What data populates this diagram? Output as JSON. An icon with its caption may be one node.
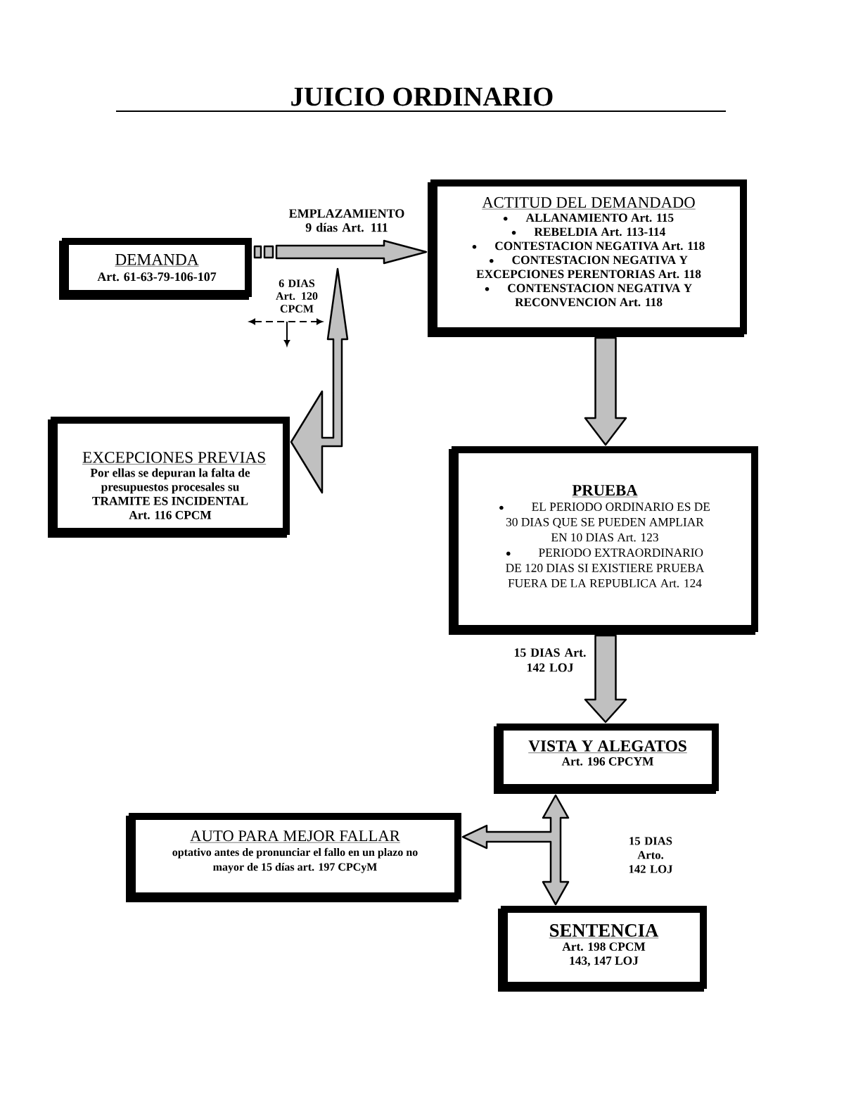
{
  "diagram": {
    "title": "JUICIO ORDINARIO",
    "nodes": [
      {
        "text": [
          "DEMANDA",
          "Art. 61-63-79-106-107"
        ]
      },
      {
        "text": [
          "ACTITUD DEL DEMANDADO",
          "ALLANAMIENTO Art. 115",
          "REBELDIA Art. 113-114",
          "CONTESTACION NEGATIVA Art. 118",
          "CONTESTACION NEGATIVA Y EXCEPCIONES PERENTORIAS Art. 118",
          "CONTENSTACION NEGATIVA Y RECONVENCION Art. 118"
        ]
      },
      {
        "text": [
          "EXCEPCIONES PREVIAS",
          "Por ellas se depuran la falta de presupuestos procesales su TRAMITE ES INCIDENTAL Art. 116 CPCM"
        ]
      },
      {
        "text": [
          "PRUEBA",
          "EL PERIODO ORDINARIO ES DE 30 DIAS QUE SE PUEDEN AMPLIAR EN 10 DIAS Art. 123",
          "PERIODO EXTRAORDINARIO DE 120 DIAS SI EXISTIERE PRUEBA FUERA DE LA REPUBLICA Art. 124"
        ]
      },
      {
        "text": [
          "VISTA Y ALEGATOS",
          "Art. 196 CPCYM"
        ]
      },
      {
        "text": [
          "AUTO PARA MEJOR FALLAR",
          "optativo antes de pronunciar el fallo en un plazo no mayor de 15 días art. 197 CPCyM"
        ]
      },
      {
        "text": [
          "SENTENCIA",
          "Art. 198 CPCM 143, 147 LOJ"
        ]
      }
    ],
    "edges": [
      {
        "from": 0,
        "to": 1,
        "arrow": "to",
        "label": "EMPLAZAMIENTO 9 días Art. 111"
      },
      {
        "from": null,
        "to": 2,
        "arrow": "both"
      },
      {
        "from": 1,
        "to": 3,
        "arrow": "to"
      },
      {
        "from": 3,
        "to": 4,
        "arrow": "to",
        "label": "15 DIAS Art. 142 LOJ"
      },
      {
        "from": 4,
        "to": 6,
        "arrow": "both"
      },
      {
        "from": 4,
        "to": 5,
        "arrow": "to"
      }
    ],
    "labels": [
      "6 DIAS Art. 120 CPCM",
      "15 DIAS Arto. 142 LOJ"
    ]
  }
}
